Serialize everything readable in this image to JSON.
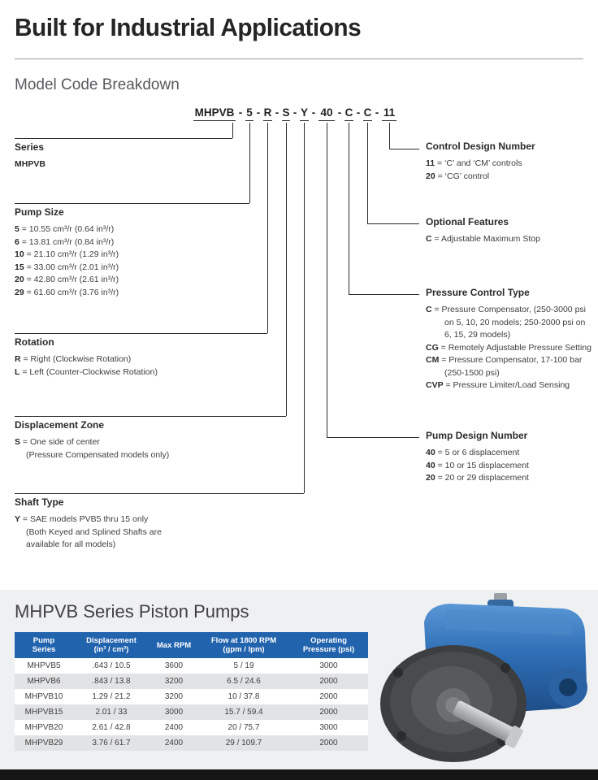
{
  "page": {
    "title": "Built for Industrial Applications",
    "model_code_heading": "Model Code Breakdown",
    "pumps_heading": "MHPVB Series Piston Pumps"
  },
  "model_code": {
    "separator": "-",
    "segments": [
      "MHPVB",
      "5",
      "R",
      "S",
      "Y",
      "40",
      "C",
      "C",
      "11"
    ]
  },
  "callouts": {
    "series": {
      "heading": "Series",
      "items": [
        {
          "code": "MHPVB",
          "desc": ""
        }
      ]
    },
    "pump_size": {
      "heading": "Pump Size",
      "items": [
        {
          "code": "5",
          "desc": " = 10.55 cm³/r (0.64 in³/r)"
        },
        {
          "code": "6",
          "desc": " = 13.81 cm³/r (0.84 in³/r)"
        },
        {
          "code": "10",
          "desc": " = 21.10 cm³/r (1.29 in³/r)"
        },
        {
          "code": "15",
          "desc": " = 33.00 cm³/r (2.01 in³/r)"
        },
        {
          "code": "20",
          "desc": " = 42.80 cm³/r (2.61 in³/r)"
        },
        {
          "code": "29",
          "desc": " = 61.60 cm³/r (3.76 in³/r)"
        }
      ]
    },
    "rotation": {
      "heading": "Rotation",
      "items": [
        {
          "code": "R",
          "desc": " = Right (Clockwise Rotation)"
        },
        {
          "code": "L",
          "desc": " = Left (Counter-Clockwise Rotation)"
        }
      ]
    },
    "displacement_zone": {
      "heading": "Displacement Zone",
      "items": [
        {
          "code": "S",
          "desc": " = One side of center"
        },
        {
          "code": "",
          "desc": "(Pressure Compensated models only)"
        }
      ]
    },
    "shaft_type": {
      "heading": "Shaft Type",
      "items": [
        {
          "code": "Y",
          "desc": " = SAE models PVB5 thru 15 only"
        },
        {
          "code": "",
          "desc": "(Both Keyed and Splined Shafts are"
        },
        {
          "code": "",
          "desc": "available for all models)"
        }
      ]
    },
    "control_design_number": {
      "heading": "Control Design Number",
      "items": [
        {
          "code": "11",
          "desc": " = ‘C’ and ‘CM’ controls"
        },
        {
          "code": "20",
          "desc": " = ‘CG’ control"
        }
      ]
    },
    "optional_features": {
      "heading": "Optional Features",
      "items": [
        {
          "code": "C",
          "desc": " = Adjustable Maximum Stop"
        }
      ]
    },
    "pressure_control_type": {
      "heading": "Pressure Control Type",
      "items": [
        {
          "code": "C",
          "desc": " = Pressure Compensator, (250-3000 psi"
        },
        {
          "code": "",
          "desc": "on 5, 10, 20 models; 250-2000 psi on"
        },
        {
          "code": "",
          "desc": "6, 15, 29 models)"
        },
        {
          "code": "CG",
          "desc": " = Remotely Adjustable Pressure Setting"
        },
        {
          "code": "CM",
          "desc": " = Pressure Compensator, 17-100 bar"
        },
        {
          "code": "",
          "desc": "(250-1500 psi)"
        },
        {
          "code": "CVP",
          "desc": " = Pressure Limiter/Load Sensing"
        }
      ]
    },
    "pump_design_number": {
      "heading": "Pump Design Number",
      "items": [
        {
          "code": "40",
          "desc": " = 5 or 6 displacement"
        },
        {
          "code": "40",
          "desc": " = 10 or 15 displacement"
        },
        {
          "code": "20",
          "desc": " = 20 or 29 displacement"
        }
      ]
    }
  },
  "pump_table": {
    "headers": [
      {
        "line1": "Pump",
        "line2": "Series"
      },
      {
        "line1": "Displacement",
        "line2": "(in³ / cm³)"
      },
      {
        "line1": "Max RPM",
        "line2": ""
      },
      {
        "line1": "Flow at 1800 RPM",
        "line2": "(gpm / lpm)"
      },
      {
        "line1": "Operating",
        "line2": "Pressure (psi)"
      }
    ],
    "rows": [
      [
        "MHPVB5",
        ".643 / 10.5",
        "3600",
        "5 / 19",
        "3000"
      ],
      [
        "MHPVB6",
        ".843 / 13.8",
        "3200",
        "6.5 / 24.6",
        "2000"
      ],
      [
        "MHPVB10",
        "1.29 / 21.2",
        "3200",
        "10 / 37.8",
        "2000"
      ],
      [
        "MHPVB15",
        "2.01 / 33",
        "3000",
        "15.7 / 59.4",
        "2000"
      ],
      [
        "MHPVB20",
        "2.61 / 42.8",
        "2400",
        "20 / 75.7",
        "3000"
      ],
      [
        "MHPVB29",
        "3.76 / 61.7",
        "2400",
        "29 / 109.7",
        "2000"
      ]
    ]
  },
  "colors": {
    "table_header_blue": "#2263ae",
    "row_alt_gray": "#e2e3e4",
    "panel_gray": "#eff0f1",
    "footer_black": "#151515",
    "pump_blue": "#2f6eb5"
  }
}
